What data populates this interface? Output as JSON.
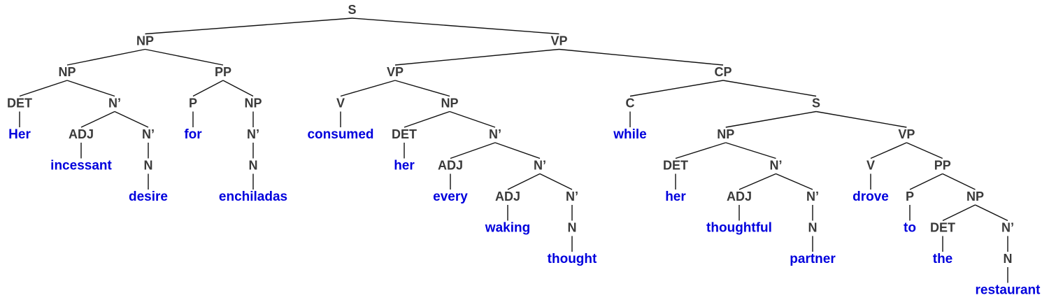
{
  "colors": {
    "category": "#3a3a3a",
    "word": "#0000dd",
    "line": "#111111"
  },
  "tree": {
    "label": "S",
    "children": [
      {
        "label": "NP",
        "children": [
          {
            "label": "NP",
            "children": [
              {
                "label": "DET",
                "children": [
                  {
                    "word": "Her"
                  }
                ]
              },
              {
                "label": "N’",
                "children": [
                  {
                    "label": "ADJ",
                    "children": [
                      {
                        "word": "incessant"
                      }
                    ]
                  },
                  {
                    "label": "N’",
                    "children": [
                      {
                        "label": "N",
                        "children": [
                          {
                            "word": "desire"
                          }
                        ]
                      }
                    ]
                  }
                ]
              }
            ]
          },
          {
            "label": "PP",
            "children": [
              {
                "label": "P",
                "children": [
                  {
                    "word": "for"
                  }
                ]
              },
              {
                "label": "NP",
                "children": [
                  {
                    "label": "N’",
                    "children": [
                      {
                        "label": "N",
                        "children": [
                          {
                            "word": "enchiladas"
                          }
                        ]
                      }
                    ]
                  }
                ]
              }
            ]
          }
        ]
      },
      {
        "label": "VP",
        "children": [
          {
            "label": "VP",
            "children": [
              {
                "label": "V",
                "children": [
                  {
                    "word": "consumed"
                  }
                ]
              },
              {
                "label": "NP",
                "children": [
                  {
                    "label": "DET",
                    "children": [
                      {
                        "word": "her"
                      }
                    ]
                  },
                  {
                    "label": "N’",
                    "children": [
                      {
                        "label": "ADJ",
                        "children": [
                          {
                            "word": "every"
                          }
                        ]
                      },
                      {
                        "label": "N’",
                        "children": [
                          {
                            "label": "ADJ",
                            "children": [
                              {
                                "word": "waking"
                              }
                            ]
                          },
                          {
                            "label": "N’",
                            "children": [
                              {
                                "label": "N",
                                "children": [
                                  {
                                    "word": "thought"
                                  }
                                ]
                              }
                            ]
                          }
                        ]
                      }
                    ]
                  }
                ]
              }
            ]
          },
          {
            "label": "CP",
            "children": [
              {
                "label": "C",
                "children": [
                  {
                    "word": "while"
                  }
                ]
              },
              {
                "label": "S",
                "children": [
                  {
                    "label": "NP",
                    "children": [
                      {
                        "label": "DET",
                        "children": [
                          {
                            "word": "her"
                          }
                        ]
                      },
                      {
                        "label": "N’",
                        "children": [
                          {
                            "label": "ADJ",
                            "children": [
                              {
                                "word": "thoughtful"
                              }
                            ]
                          },
                          {
                            "label": "N’",
                            "children": [
                              {
                                "label": "N",
                                "children": [
                                  {
                                    "word": "partner"
                                  }
                                ]
                              }
                            ]
                          }
                        ]
                      }
                    ]
                  },
                  {
                    "label": "VP",
                    "children": [
                      {
                        "label": "V",
                        "children": [
                          {
                            "word": "drove"
                          }
                        ]
                      },
                      {
                        "label": "PP",
                        "children": [
                          {
                            "label": "P",
                            "children": [
                              {
                                "word": "to"
                              }
                            ]
                          },
                          {
                            "label": "NP",
                            "children": [
                              {
                                "label": "DET",
                                "children": [
                                  {
                                    "word": "the"
                                  }
                                ]
                              },
                              {
                                "label": "N’",
                                "children": [
                                  {
                                    "label": "N",
                                    "children": [
                                      {
                                        "word": "restaurant"
                                      }
                                    ]
                                  }
                                ]
                              }
                            ]
                          }
                        ]
                      }
                    ]
                  }
                ]
              }
            ]
          }
        ]
      }
    ]
  }
}
